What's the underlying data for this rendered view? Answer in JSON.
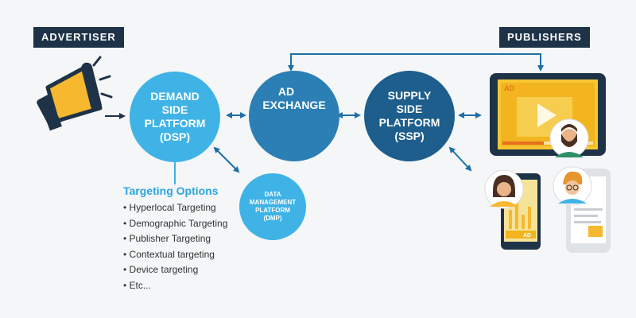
{
  "labels": {
    "advertiser": "ADVERTISER",
    "publishers": "PUBLISHERS"
  },
  "nodes": {
    "dsp": [
      "DEMAND",
      "SIDE",
      "PLATFORM",
      "(DSP)"
    ],
    "adx": [
      "AD",
      "EXCHANGE"
    ],
    "ssp": [
      "SUPPLY",
      "SIDE",
      "PLATFORM",
      "(SSP)"
    ],
    "dmp": [
      "DATA",
      "MANAGEMENT",
      "PLATFORM",
      "(DMP)"
    ]
  },
  "targeting": {
    "title": "Targeting Options",
    "items": [
      "Hyperlocal Targeting",
      "Demographic Targeting",
      "Publisher Targeting",
      "Contextual targeting",
      "Device targeting",
      "Etc..."
    ]
  },
  "screens": {
    "tablet_ad": "AD",
    "phone_ad": "AD"
  },
  "colors": {
    "dark_navy": "#1e3347",
    "light_blue": "#3fb3e6",
    "mid_blue": "#2b7fb5",
    "dark_blue": "#1d5e8d",
    "yellow": "#f5b82e",
    "arrow": "#1f6fa6"
  }
}
